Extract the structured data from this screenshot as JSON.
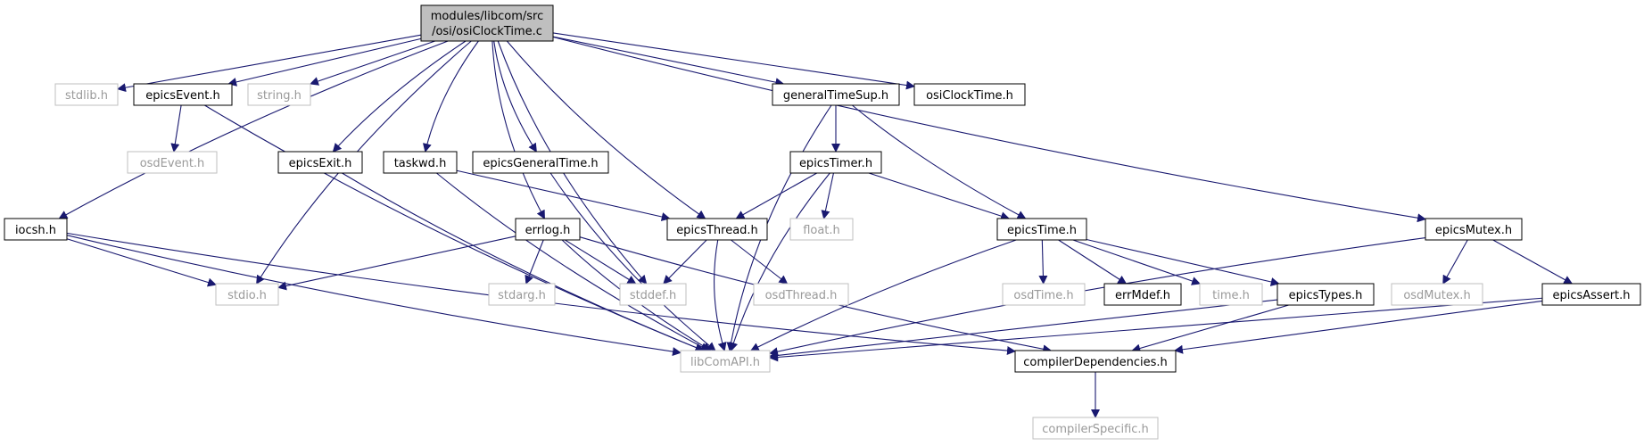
{
  "root": {
    "label_line1": "modules/libcom/src",
    "label_line2": "/osi/osiClockTime.c"
  },
  "colors": {
    "edge": "#191970",
    "node_border": "#000000",
    "node_border_external": "#bfbfbf",
    "text": "#000000",
    "text_external": "#9a9a9a",
    "root_fill": "#bfbfbf",
    "node_fill": "#ffffff"
  },
  "nodes": [
    {
      "id": "iocsh",
      "label": "iocsh.h",
      "external": false
    },
    {
      "id": "stdlib",
      "label": "stdlib.h",
      "external": true
    },
    {
      "id": "epicsEvent",
      "label": "epicsEvent.h",
      "external": false
    },
    {
      "id": "string",
      "label": "string.h",
      "external": true
    },
    {
      "id": "osdEvent",
      "label": "osdEvent.h",
      "external": true
    },
    {
      "id": "epicsExit",
      "label": "epicsExit.h",
      "external": false
    },
    {
      "id": "taskwd",
      "label": "taskwd.h",
      "external": false
    },
    {
      "id": "epicsGeneralTime",
      "label": "epicsGeneralTime.h",
      "external": false
    },
    {
      "id": "generalTimeSup",
      "label": "generalTimeSup.h",
      "external": false
    },
    {
      "id": "osiClockTime",
      "label": "osiClockTime.h",
      "external": false
    },
    {
      "id": "epicsTimer",
      "label": "epicsTimer.h",
      "external": false
    },
    {
      "id": "errlog",
      "label": "errlog.h",
      "external": false
    },
    {
      "id": "epicsThread",
      "label": "epicsThread.h",
      "external": false
    },
    {
      "id": "float",
      "label": "float.h",
      "external": true
    },
    {
      "id": "epicsTime",
      "label": "epicsTime.h",
      "external": false
    },
    {
      "id": "epicsMutex",
      "label": "epicsMutex.h",
      "external": false
    },
    {
      "id": "stdio",
      "label": "stdio.h",
      "external": true
    },
    {
      "id": "stdarg",
      "label": "stdarg.h",
      "external": true
    },
    {
      "id": "stddef",
      "label": "stddef.h",
      "external": true
    },
    {
      "id": "osdThread",
      "label": "osdThread.h",
      "external": true
    },
    {
      "id": "osdTime",
      "label": "osdTime.h",
      "external": true
    },
    {
      "id": "errMdef",
      "label": "errMdef.h",
      "external": false
    },
    {
      "id": "time",
      "label": "time.h",
      "external": true
    },
    {
      "id": "epicsTypes",
      "label": "epicsTypes.h",
      "external": false
    },
    {
      "id": "osdMutex",
      "label": "osdMutex.h",
      "external": true
    },
    {
      "id": "epicsAssert",
      "label": "epicsAssert.h",
      "external": false
    },
    {
      "id": "libComAPI",
      "label": "libComAPI.h",
      "external": true
    },
    {
      "id": "compilerDependencies",
      "label": "compilerDependencies.h",
      "external": false
    },
    {
      "id": "compilerSpecific",
      "label": "compilerSpecific.h",
      "external": true
    }
  ],
  "edges": [
    [
      "root",
      "iocsh"
    ],
    [
      "root",
      "stdlib"
    ],
    [
      "root",
      "epicsEvent"
    ],
    [
      "root",
      "string"
    ],
    [
      "root",
      "stdio"
    ],
    [
      "root",
      "epicsExit"
    ],
    [
      "root",
      "taskwd"
    ],
    [
      "root",
      "epicsGeneralTime"
    ],
    [
      "root",
      "errlog"
    ],
    [
      "root",
      "stddef"
    ],
    [
      "root",
      "epicsThread"
    ],
    [
      "root",
      "generalTimeSup"
    ],
    [
      "root",
      "osiClockTime"
    ],
    [
      "root",
      "epicsMutex"
    ],
    [
      "iocsh",
      "stdio"
    ],
    [
      "iocsh",
      "libComAPI"
    ],
    [
      "iocsh",
      "compilerDependencies"
    ],
    [
      "epicsEvent",
      "osdEvent"
    ],
    [
      "epicsEvent",
      "libComAPI"
    ],
    [
      "epicsExit",
      "libComAPI"
    ],
    [
      "taskwd",
      "epicsThread"
    ],
    [
      "taskwd",
      "libComAPI"
    ],
    [
      "epicsGeneralTime",
      "libComAPI"
    ],
    [
      "generalTimeSup",
      "epicsTimer"
    ],
    [
      "generalTimeSup",
      "epicsTime"
    ],
    [
      "generalTimeSup",
      "libComAPI"
    ],
    [
      "epicsTimer",
      "epicsThread"
    ],
    [
      "epicsTimer",
      "float"
    ],
    [
      "epicsTimer",
      "epicsTime"
    ],
    [
      "epicsTimer",
      "libComAPI"
    ],
    [
      "errlog",
      "stdio"
    ],
    [
      "errlog",
      "stdarg"
    ],
    [
      "errlog",
      "stddef"
    ],
    [
      "errlog",
      "libComAPI"
    ],
    [
      "errlog",
      "compilerDependencies"
    ],
    [
      "epicsThread",
      "stddef"
    ],
    [
      "epicsThread",
      "osdThread"
    ],
    [
      "epicsThread",
      "libComAPI"
    ],
    [
      "epicsTime",
      "osdTime"
    ],
    [
      "epicsTime",
      "errMdef"
    ],
    [
      "epicsTime",
      "time"
    ],
    [
      "epicsTime",
      "epicsTypes"
    ],
    [
      "epicsTime",
      "libComAPI"
    ],
    [
      "epicsTypes",
      "compilerDependencies"
    ],
    [
      "epicsTypes",
      "libComAPI"
    ],
    [
      "epicsMutex",
      "osdMutex"
    ],
    [
      "epicsMutex",
      "epicsAssert"
    ],
    [
      "epicsMutex",
      "libComAPI"
    ],
    [
      "epicsAssert",
      "compilerDependencies"
    ],
    [
      "epicsAssert",
      "libComAPI"
    ],
    [
      "compilerDependencies",
      "compilerSpecific"
    ]
  ]
}
